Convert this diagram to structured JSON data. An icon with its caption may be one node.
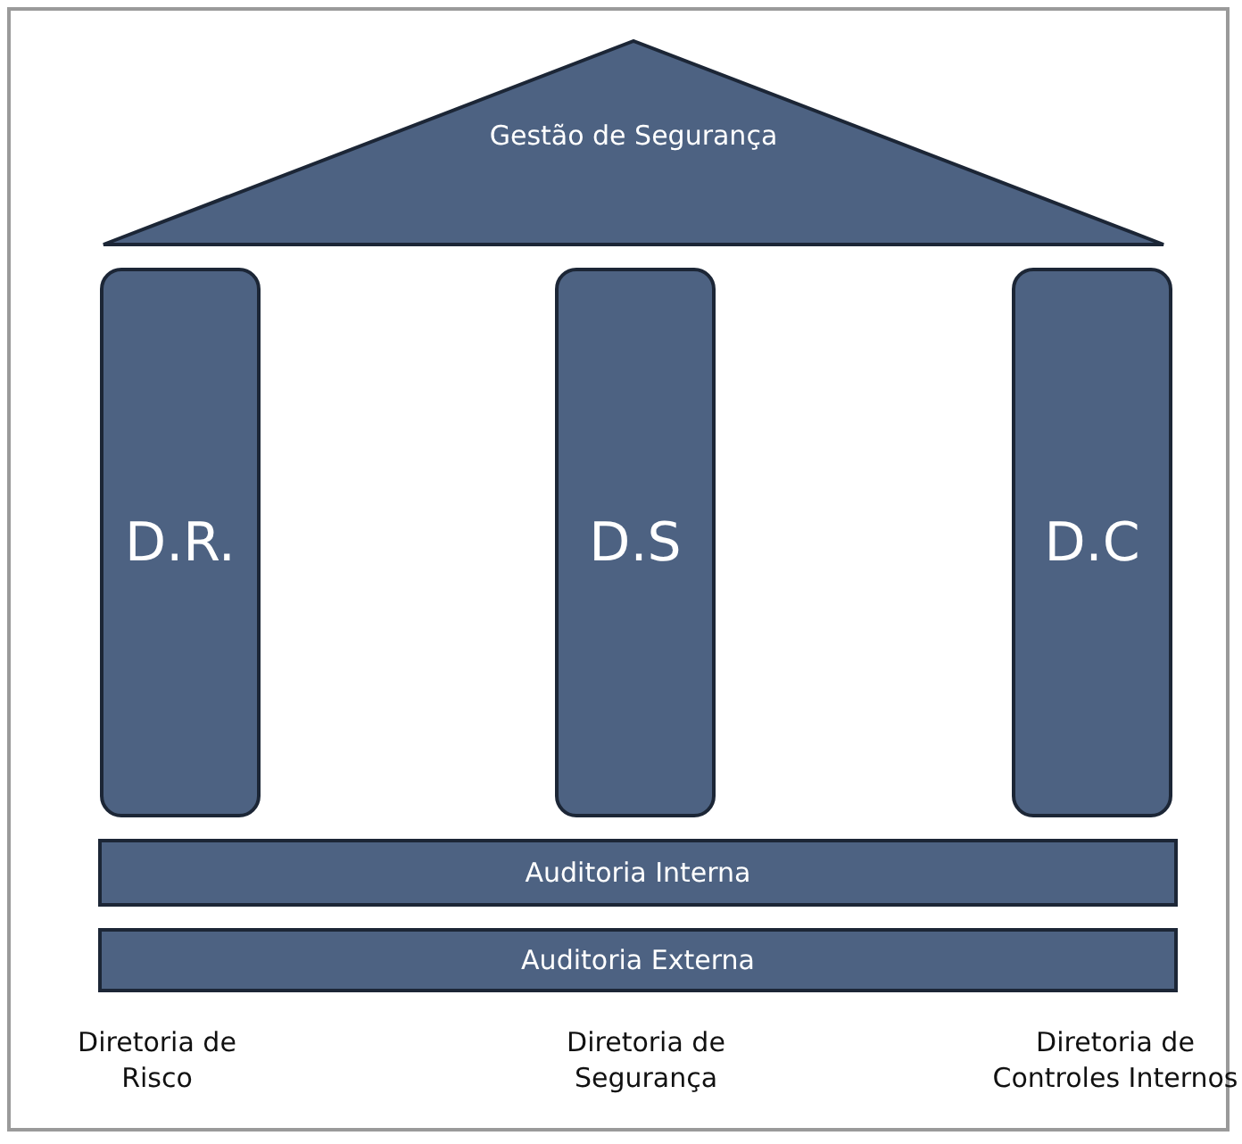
{
  "diagram": {
    "nodes": [
      {
        "text": [
          "Gestão de Segurança"
        ]
      },
      {
        "text": [
          "D.R."
        ]
      },
      {
        "text": [
          "D.S"
        ]
      },
      {
        "text": [
          "D.C"
        ]
      },
      {
        "text": [
          "Auditoria Interna"
        ]
      },
      {
        "text": [
          "Auditoria Externa"
        ]
      }
    ],
    "edges": [],
    "labels": [
      "Diretoria de Risco",
      "Diretoria de Segurança",
      "Diretoria de Controles Internos"
    ]
  }
}
